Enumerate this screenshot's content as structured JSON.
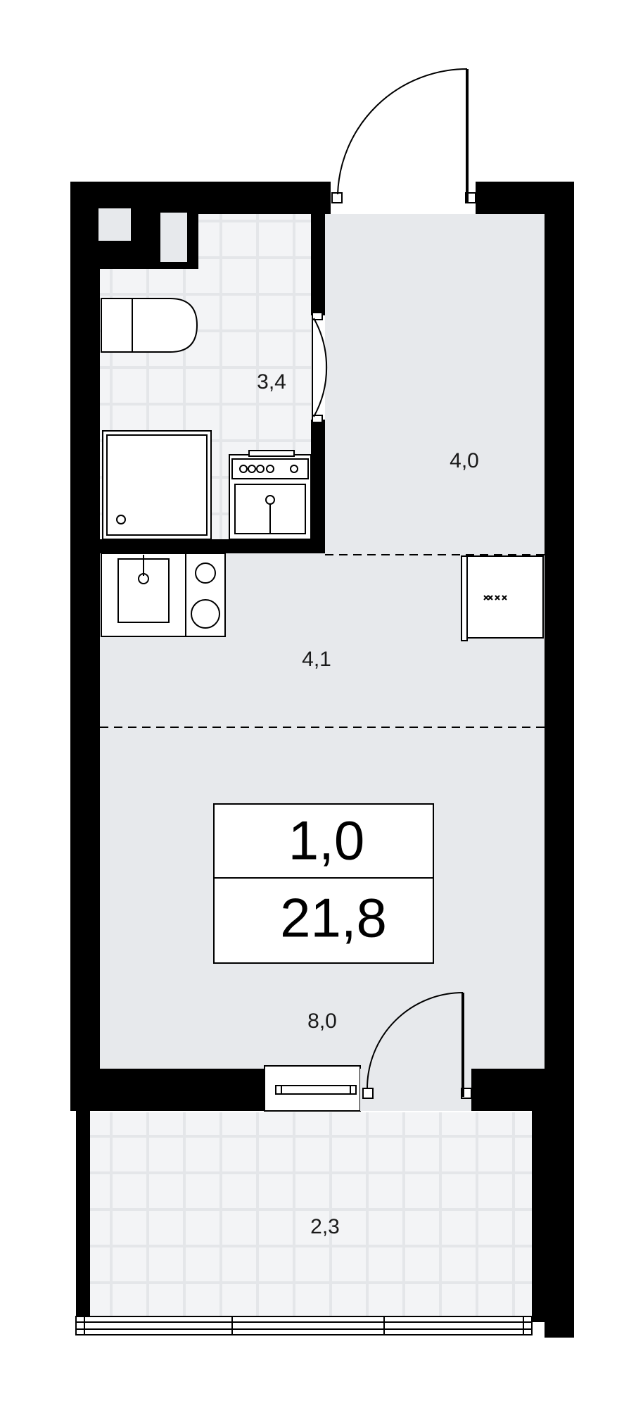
{
  "plan": {
    "rooms": [
      {
        "id": "bathroom",
        "area": "3,4"
      },
      {
        "id": "hallway",
        "area": "4,0"
      },
      {
        "id": "kitchen",
        "area": "4,1"
      },
      {
        "id": "living",
        "area": "8,0"
      },
      {
        "id": "balcony",
        "area": "2,3"
      }
    ],
    "summary": {
      "rooms_count": "1,0",
      "total_area": "21,8"
    },
    "colors": {
      "wall": "#000000",
      "floor": "#e7e9ec",
      "tile_light": "#f3f4f6",
      "tile_line": "#e2e4e7",
      "fixture": "#ffffff"
    }
  }
}
